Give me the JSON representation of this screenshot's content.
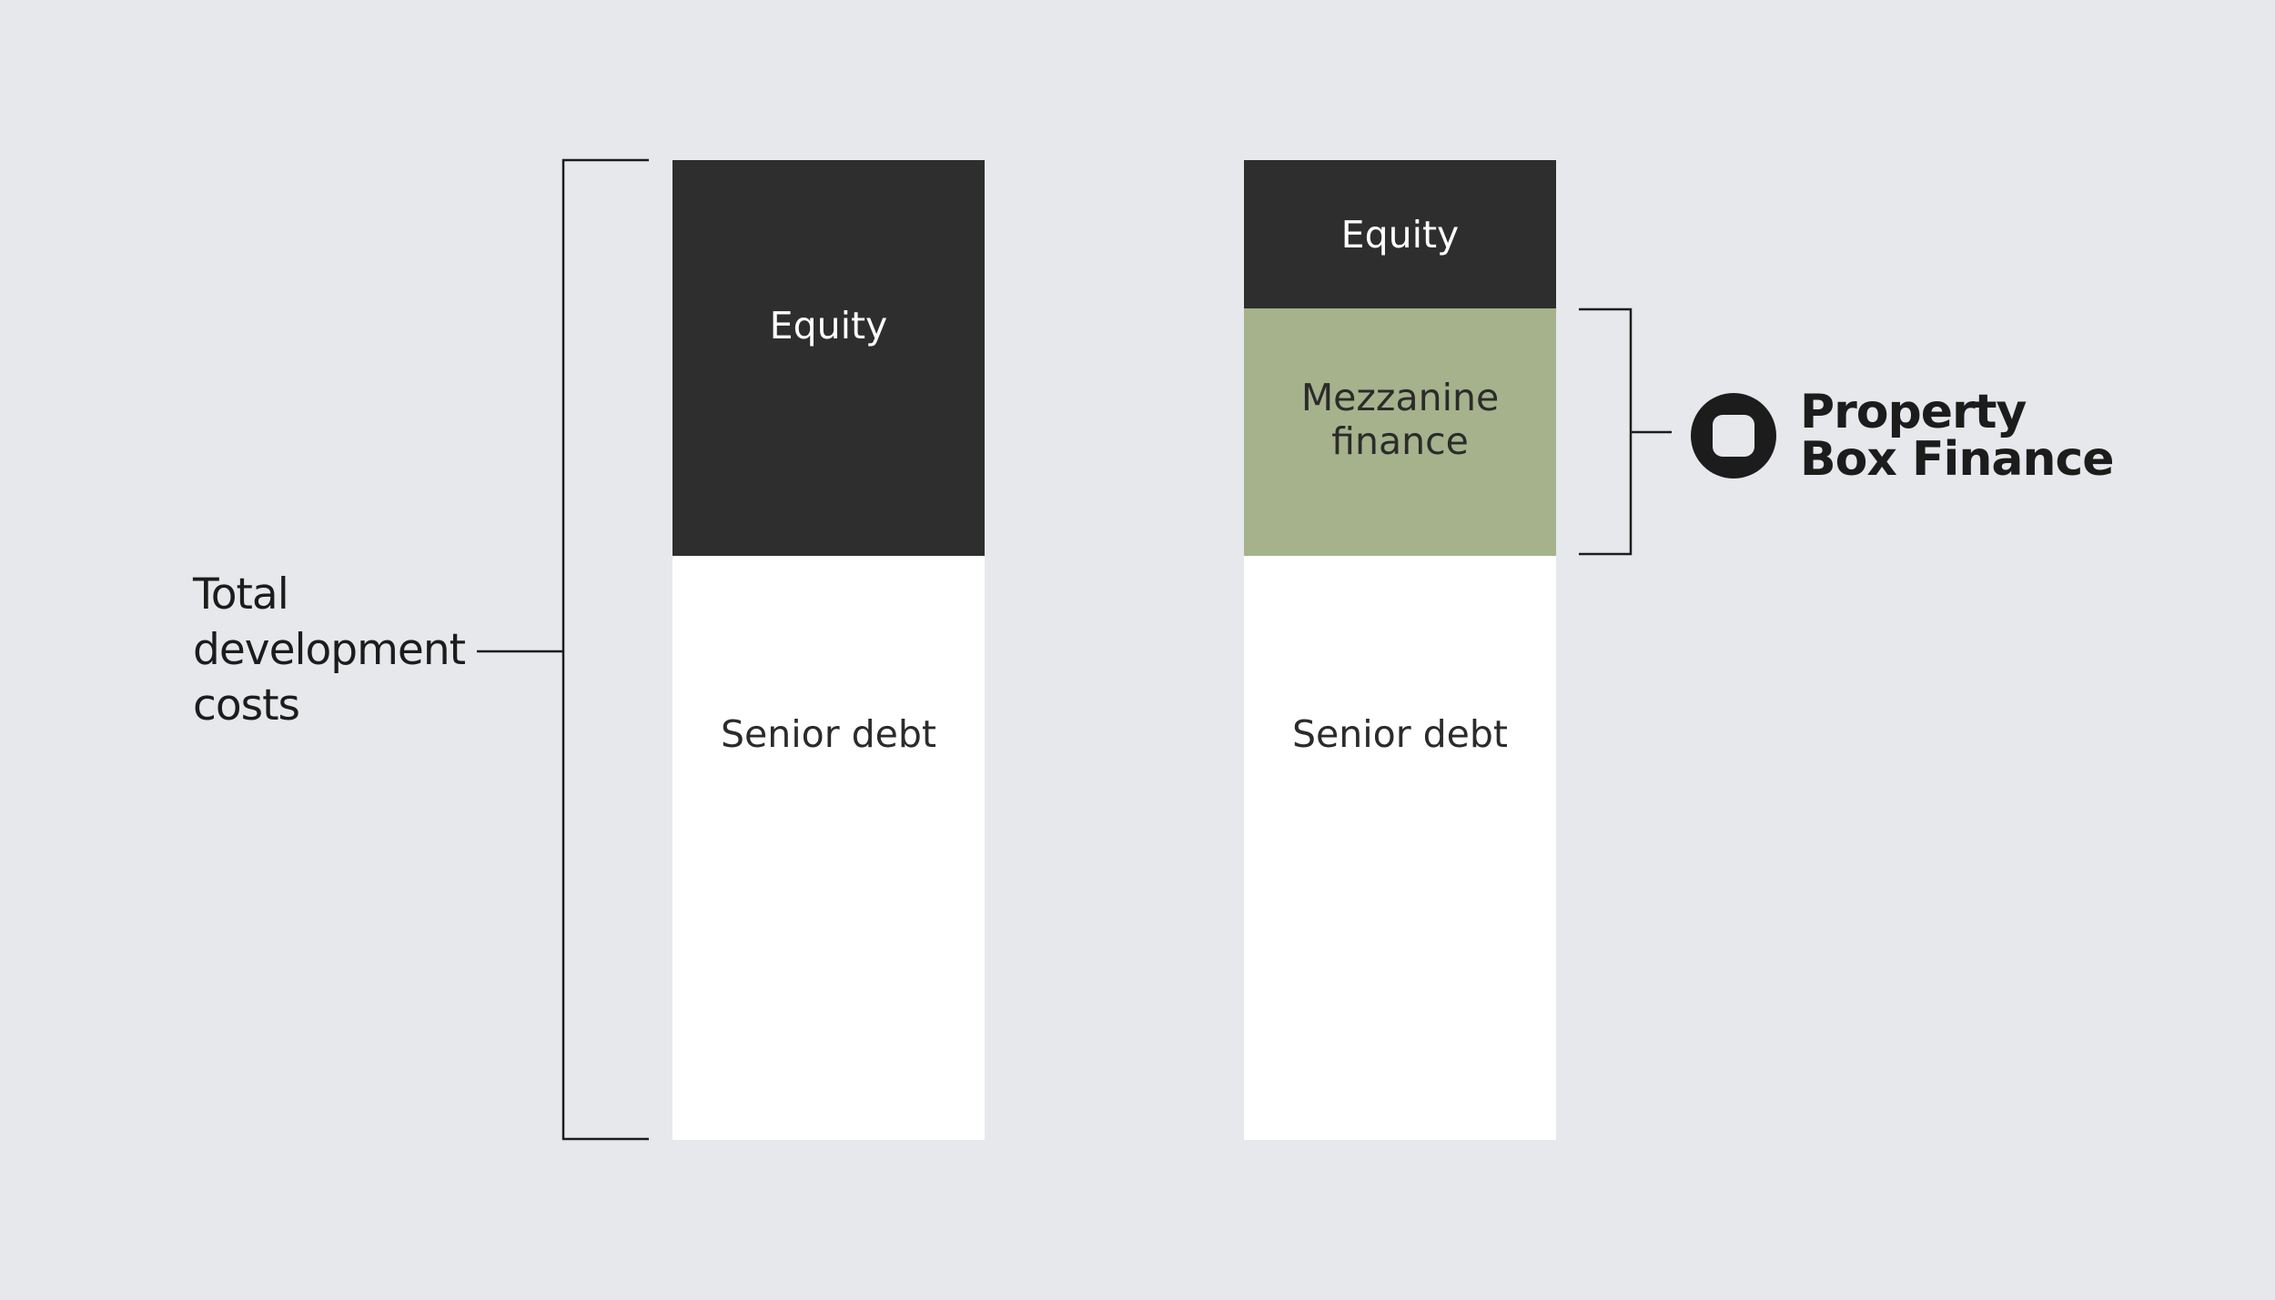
{
  "diagram": {
    "left_stack": {
      "equity_label": "Equity",
      "senior_label": "Senior debt"
    },
    "right_stack": {
      "equity_label": "Equity",
      "mezzanine_label": "Mezzanine finance",
      "senior_label": "Senior debt"
    },
    "total_label": [
      "Total",
      "development",
      "costs"
    ],
    "brand": {
      "line1": "Property",
      "line2": "Box Finance"
    },
    "colors": {
      "background": "#e7e8eb",
      "equity": "#2e2e2e",
      "senior_debt": "#ffffff",
      "mezzanine": "#a6b28c",
      "lines": "#1c1c1c"
    }
  }
}
